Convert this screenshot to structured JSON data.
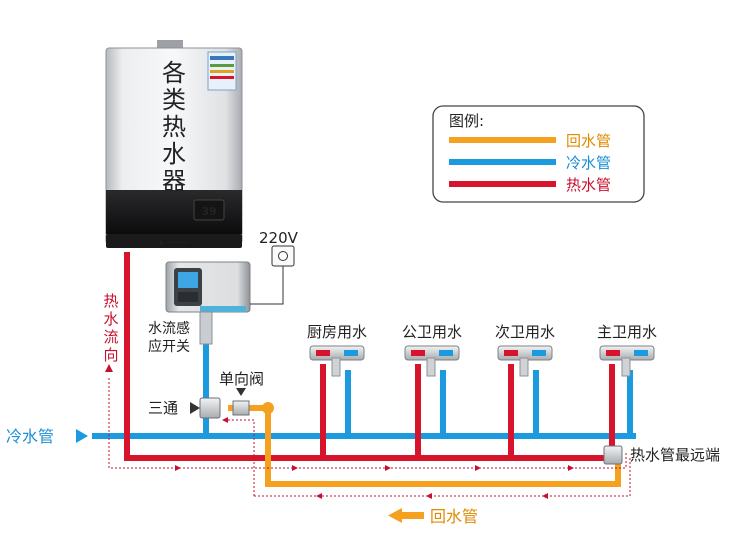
{
  "heater": {
    "title_chars": [
      "各",
      "类",
      "热",
      "水",
      "器"
    ],
    "display_reading": "39"
  },
  "power": {
    "label": "220V"
  },
  "legend": {
    "title": "图例:",
    "items": [
      {
        "label": "回水管",
        "color": "#f5a01f"
      },
      {
        "label": "冷水管",
        "color": "#1c9ae0"
      },
      {
        "label": "热水管",
        "color": "#d6152c"
      }
    ]
  },
  "labels": {
    "hot_flow_chars": [
      "热",
      "水",
      "流",
      "向"
    ],
    "flow_switch_line1": "水流感",
    "flow_switch_line2": "应开关",
    "tee": "三通",
    "check_valve": "单向阀",
    "cold_pipe": "冷水管",
    "farthest_end": "热水管最远端",
    "return_pipe": "回水管"
  },
  "fixtures": [
    {
      "label": "厨房用水"
    },
    {
      "label": "公卫用水"
    },
    {
      "label": "次卫用水"
    },
    {
      "label": "主卫用水"
    }
  ],
  "colors": {
    "hot": "#d6152c",
    "cold": "#1c9ae0",
    "return": "#f5a01f",
    "flow_arrow": "#c8102e"
  }
}
